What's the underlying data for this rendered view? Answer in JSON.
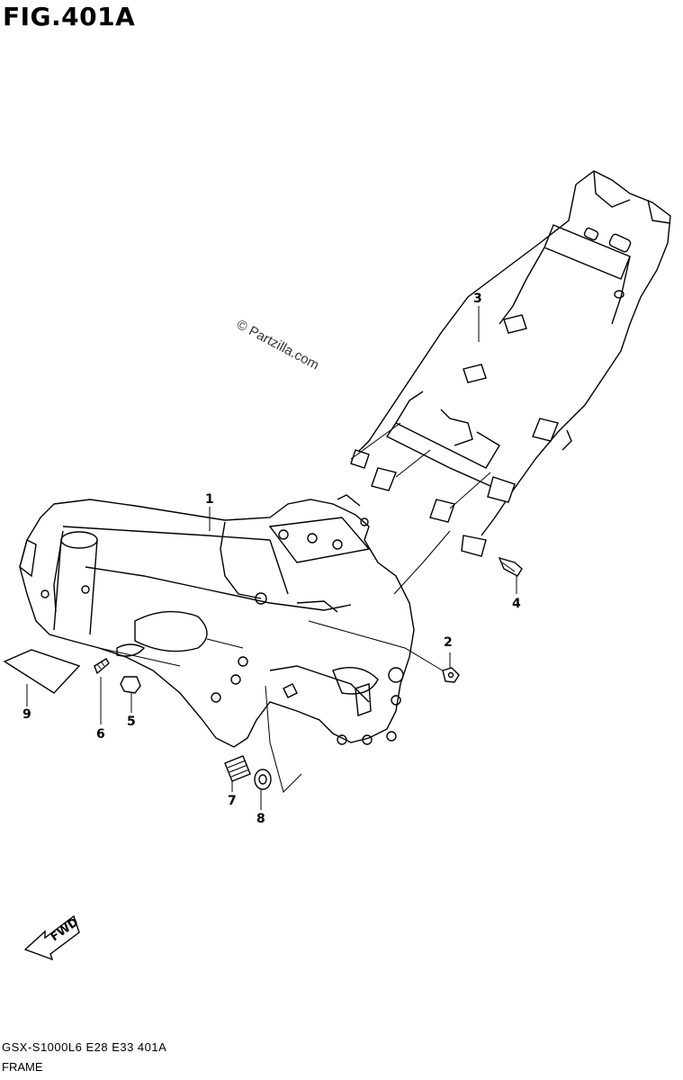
{
  "figure": {
    "title": "FIG.401A",
    "watermark": "© Partzilla.com",
    "model_code": "GSX-S1000L6  E28  E33  401A",
    "group_name": "FRAME"
  },
  "callouts": [
    {
      "id": "1",
      "label": "1"
    },
    {
      "id": "2",
      "label": "2"
    },
    {
      "id": "3",
      "label": "3"
    },
    {
      "id": "4",
      "label": "4"
    },
    {
      "id": "5",
      "label": "5"
    },
    {
      "id": "6",
      "label": "6"
    },
    {
      "id": "7",
      "label": "7"
    },
    {
      "id": "8",
      "label": "8"
    },
    {
      "id": "9",
      "label": "9"
    }
  ],
  "direction_arrow": {
    "label": "FWD",
    "icon": "fwd-arrow-icon"
  }
}
